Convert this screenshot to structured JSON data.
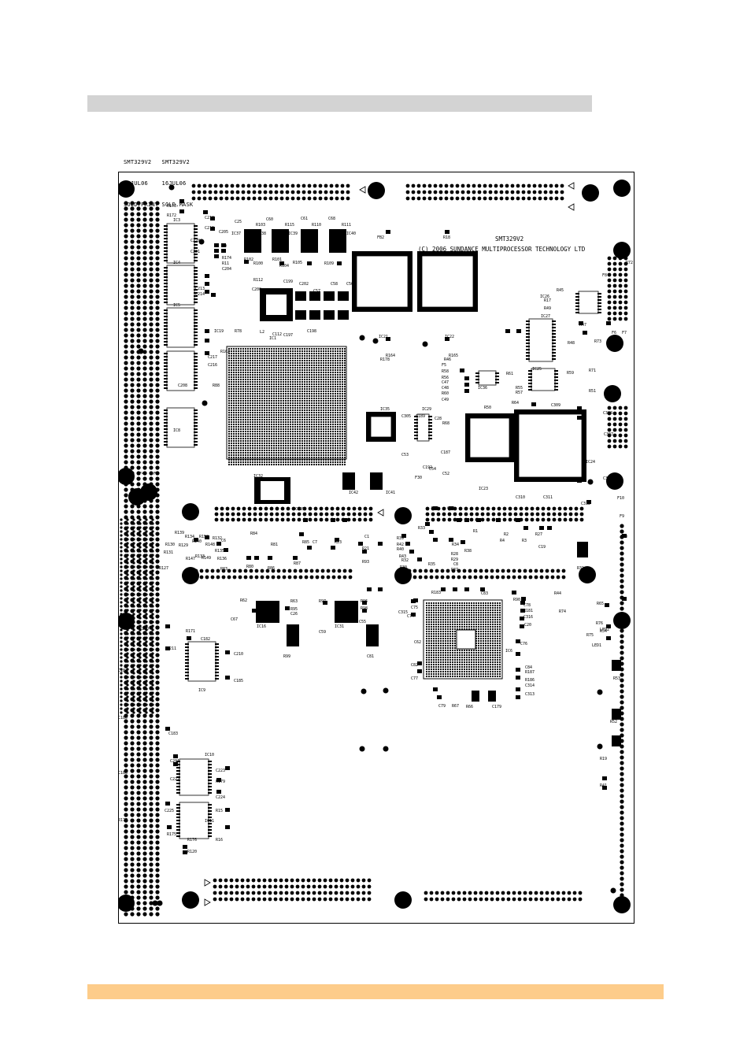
{
  "header": {
    "line1": "SMT329V2   SMT329V2",
    "line2": "16JUL06    16JUL06",
    "line3": "SOLD.PRINT SOLD.MASK"
  },
  "board": {
    "name": "SMT329V2",
    "copyright": "(C) 2006 SUNDANCE MULTIPROCESSOR TECHNOLOGY LTD"
  },
  "colors": {
    "top_bar": "#d3d3d3",
    "bottom_bar": "#fdcc8a",
    "copper": "#000000",
    "board_bg": "#ffffff"
  },
  "components": [
    {
      "ref": "IC1",
      "kind": "bga"
    },
    {
      "ref": "IC3",
      "kind": "soic"
    },
    {
      "ref": "IC4",
      "kind": "soic"
    },
    {
      "ref": "IC5",
      "kind": "soic"
    },
    {
      "ref": "IC8",
      "kind": "soic"
    },
    {
      "ref": "IC9",
      "kind": "soic"
    },
    {
      "ref": "IC10",
      "kind": "soic"
    },
    {
      "ref": "IC11",
      "kind": "soic"
    },
    {
      "ref": "IC16",
      "kind": "reg"
    },
    {
      "ref": "IC19",
      "kind": "small"
    },
    {
      "ref": "IC21",
      "kind": "qfp"
    },
    {
      "ref": "IC22",
      "kind": "qfp"
    },
    {
      "ref": "IC23",
      "kind": "qfp"
    },
    {
      "ref": "IC24",
      "kind": "qfp"
    },
    {
      "ref": "IC25",
      "kind": "small"
    },
    {
      "ref": "IC26",
      "kind": "small"
    },
    {
      "ref": "IC27",
      "kind": "soic"
    },
    {
      "ref": "IC29",
      "kind": "small"
    },
    {
      "ref": "IC31",
      "kind": "reg"
    },
    {
      "ref": "IC32",
      "kind": "small"
    },
    {
      "ref": "IC33",
      "kind": "small"
    },
    {
      "ref": "IC35",
      "kind": "small"
    },
    {
      "ref": "IC36",
      "kind": "small"
    },
    {
      "ref": "IC37",
      "kind": "reg"
    },
    {
      "ref": "IC38",
      "kind": "reg"
    },
    {
      "ref": "IC39",
      "kind": "reg"
    },
    {
      "ref": "IC40",
      "kind": "reg"
    },
    {
      "ref": "IC41",
      "kind": "small"
    },
    {
      "ref": "IC42",
      "kind": "small"
    },
    {
      "ref": "IC6",
      "kind": "bga"
    }
  ],
  "labels": [
    "R173",
    "R172",
    "C218",
    "C219",
    "C205",
    "C220",
    "C221",
    "R9",
    "R174",
    "R11",
    "C204",
    "C213",
    "C214",
    "C217",
    "C216",
    "C208",
    "R88",
    "C25",
    "C60",
    "C61",
    "C68",
    "R103",
    "R115",
    "R110",
    "R111",
    "R100",
    "R101",
    "R102",
    "R104",
    "R105",
    "R109",
    "R112",
    "C199",
    "C200",
    "C202",
    "C58",
    "C56",
    "C57",
    "C112",
    "C197",
    "C198",
    "R78",
    "R162",
    "L2",
    "FB2",
    "R18",
    "R178",
    "R164",
    "R46",
    "R165",
    "R45",
    "R17",
    "R49",
    "R47",
    "R48",
    "R73",
    "R72",
    "F8",
    "F7",
    "F6",
    "F5",
    "R58",
    "R56",
    "C47",
    "C48",
    "R60",
    "C49",
    "R61",
    "R55",
    "R57",
    "R59",
    "R71",
    "R51",
    "R50",
    "R64",
    "C309",
    "C308",
    "C307",
    "C306",
    "C305",
    "C189",
    "C28",
    "R68",
    "C53",
    "C187",
    "C192",
    "C54",
    "C52",
    "F30",
    "F4",
    "F3",
    "C195",
    "C310",
    "C311",
    "C312",
    "F10",
    "F9",
    "C50",
    "R27",
    "C19",
    "R31",
    "R3",
    "R4",
    "R2",
    "R1",
    "R5",
    "C17",
    "R33",
    "R38",
    "R34",
    "C8",
    "R28",
    "R29",
    "R37",
    "R35",
    "R39",
    "R42",
    "R40",
    "R43",
    "R32",
    "R30",
    "R26",
    "C6",
    "R84",
    "R81",
    "R83",
    "R80",
    "R86",
    "R87",
    "R85",
    "C7",
    "R23",
    "C1",
    "R21",
    "R93",
    "R90",
    "R183",
    "C83",
    "C78",
    "R181",
    "C316",
    "C20",
    "R74",
    "R44",
    "R65",
    "R76",
    "R75",
    "LED1",
    "LED2",
    "R54",
    "R53",
    "R52",
    "R19",
    "R41",
    "R62",
    "R63",
    "R95",
    "C26",
    "C67",
    "R99",
    "R97",
    "R96",
    "R98",
    "C55",
    "C59",
    "C81",
    "C75",
    "C315",
    "C74",
    "C62",
    "C82",
    "C77",
    "C76",
    "C84",
    "R187",
    "R186",
    "C314",
    "C313",
    "C79",
    "R67",
    "R66",
    "C179",
    "R170",
    "R171",
    "C182",
    "C211",
    "C210",
    "C185",
    "C184",
    "C180",
    "C183",
    "C186",
    "R177",
    "C201",
    "C222",
    "C223",
    "R179",
    "C224",
    "R15",
    "C225",
    "R16",
    "R175",
    "R176",
    "R120",
    "R127",
    "R131",
    "R130",
    "R139",
    "R129",
    "R134",
    "R147",
    "R140",
    "R133",
    "R150",
    "R148",
    "R149",
    "R132",
    "R135",
    "R136"
  ]
}
